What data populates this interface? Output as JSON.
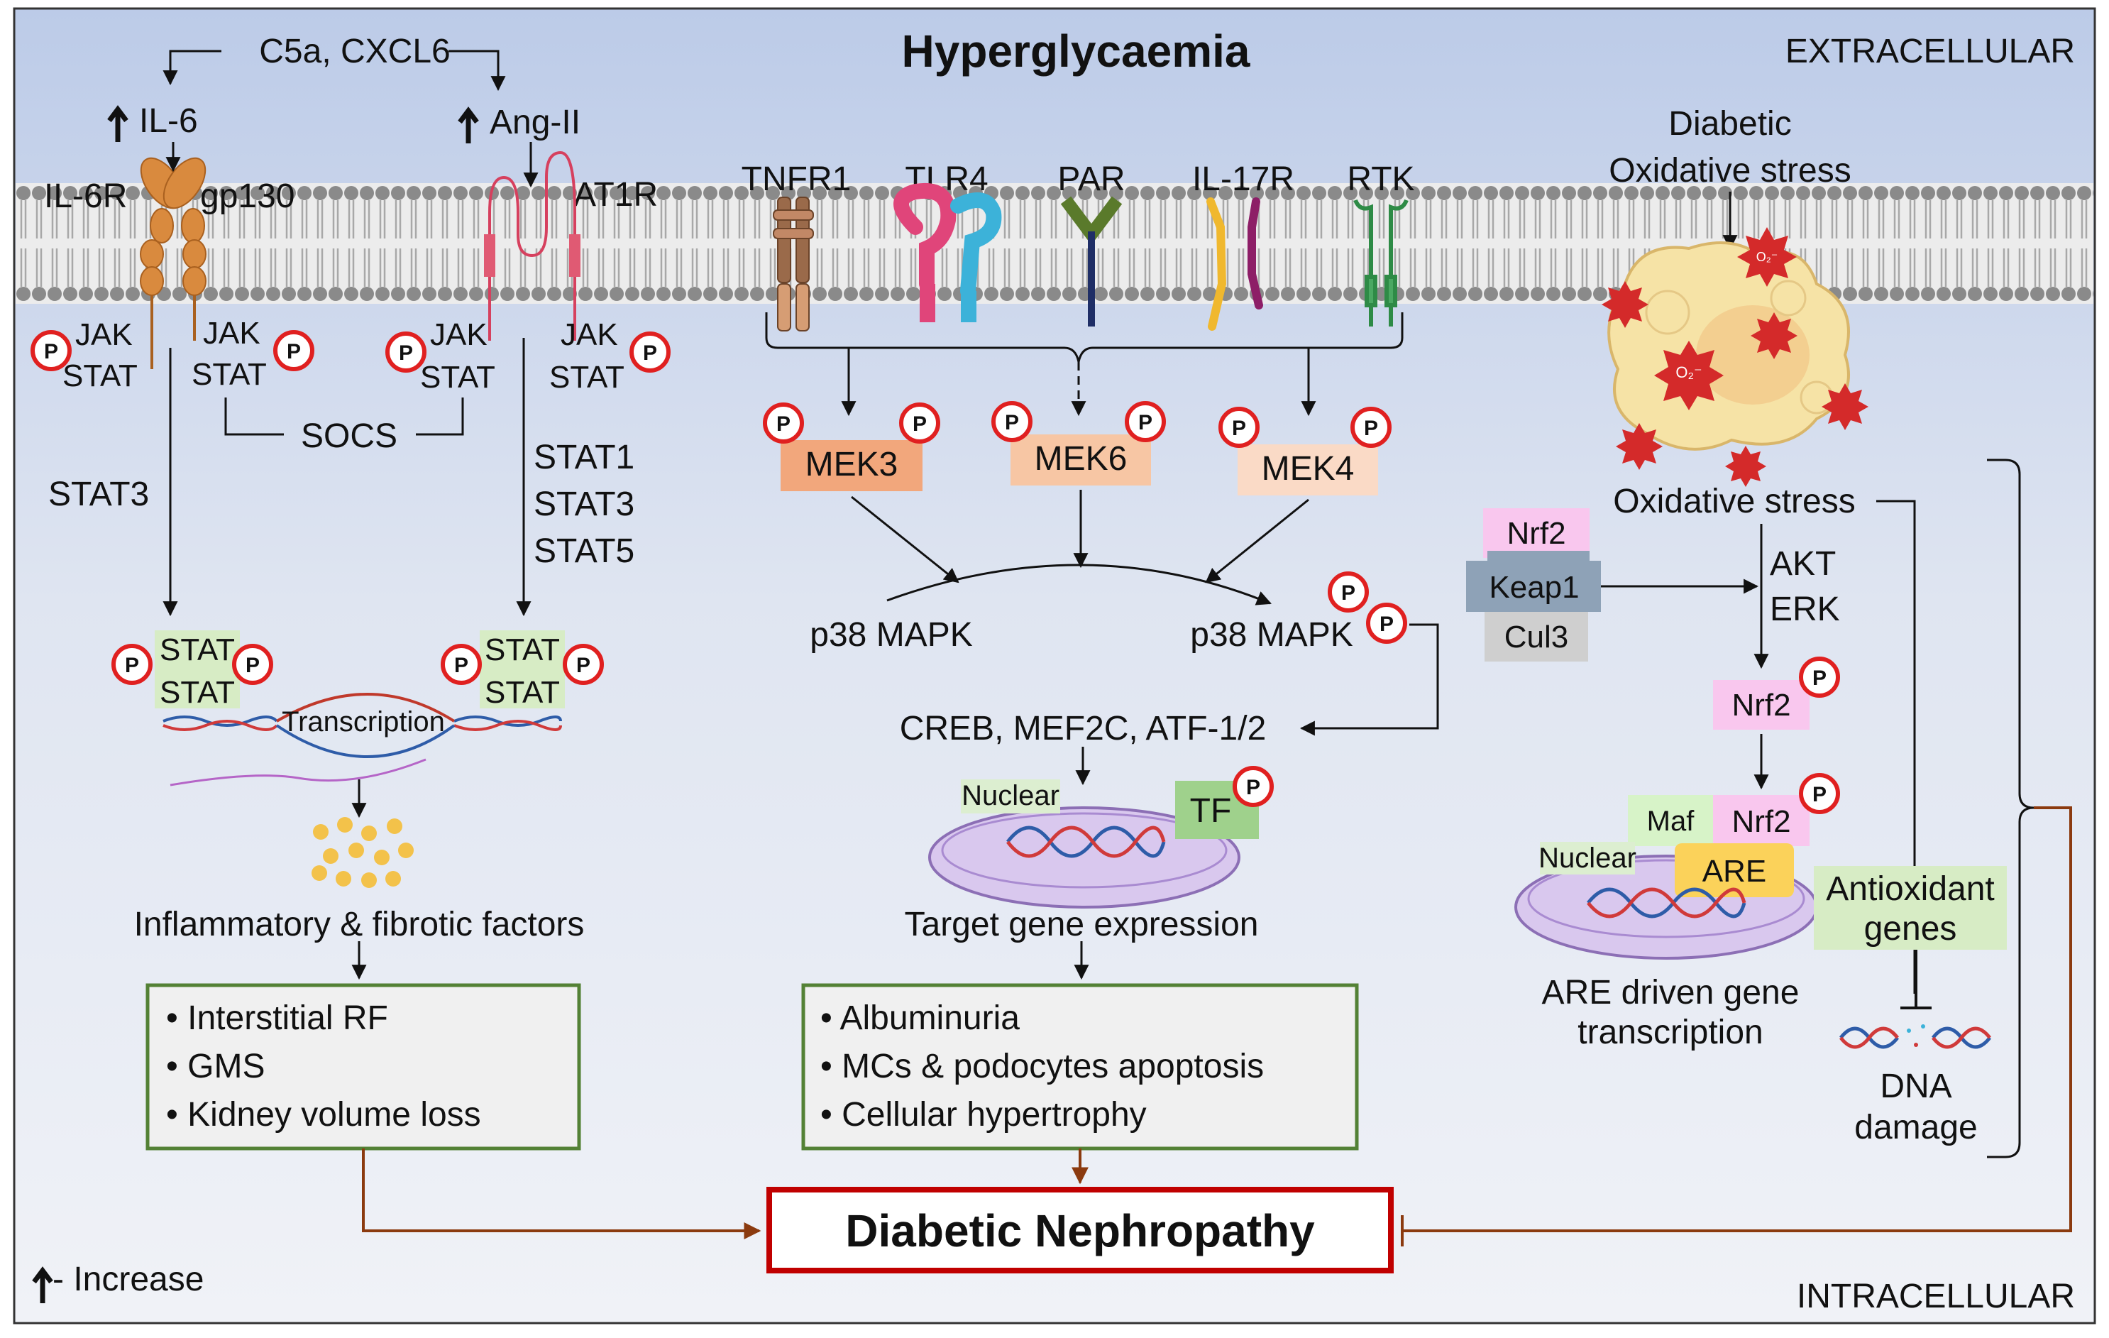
{
  "title": "Hyperglycaemia",
  "region_labels": {
    "extracellular": "EXTRACELLULAR",
    "intracellular": "INTRACELLULAR"
  },
  "legend": {
    "increase": "- Increase"
  },
  "left": {
    "c5a": "C5a, CXCL6",
    "il6": "IL-6",
    "angii": "Ang-II",
    "il6r": "IL-6R",
    "gp130": "gp130",
    "at1r": "AT1R",
    "jak": "JAK",
    "stat": "STAT",
    "socs": "SOCS",
    "stat3": "STAT3",
    "stat1": "STAT1",
    "stat3b": "STAT3",
    "stat5": "STAT5",
    "transcription": "Transcription",
    "factors": "Inflammatory & fibrotic factors",
    "outcomes": [
      "• Interstitial RF",
      "• GMS",
      "• Kidney volume loss"
    ]
  },
  "middle": {
    "receptors": [
      "TNFR1",
      "TLR4",
      "PAR",
      "IL-17R",
      "RTK"
    ],
    "mek3": "MEK3",
    "mek6": "MEK6",
    "mek4": "MEK4",
    "p38a": "p38 MAPK",
    "p38b": "p38 MAPK",
    "tfs": "CREB, MEF2C, ATF-1/2",
    "nuclear": "Nuclear",
    "tf": "TF",
    "target": "Target gene expression",
    "outcomes": [
      "• Albuminuria",
      "• MCs & podocytes apoptosis",
      "• Cellular hypertrophy"
    ]
  },
  "right": {
    "diabetic_line1": "Diabetic",
    "diabetic_line2": "Oxidative stress",
    "oxstress": "Oxidative stress",
    "nrf2": "Nrf2",
    "keap1": "Keap1",
    "cul3": "Cul3",
    "akt": "AKT",
    "erk": "ERK",
    "nrf2b": "Nrf2",
    "maf": "Maf",
    "nrf2c": "Nrf2",
    "are": "ARE",
    "nuclear": "Nuclear",
    "antiox_line1": "Antioxidant",
    "antiox_line2": "genes",
    "are_line1": "ARE driven gene",
    "are_line2": "transcription",
    "dna_line1": "DNA",
    "dna_line2": "damage",
    "o2": "O₂⁻"
  },
  "phospho": "P",
  "outcome": "Diabetic Nephropathy",
  "colors": {
    "bg_top": "#c4d2eb",
    "bg_bottom": "#eff1f6",
    "membrane": "#8f8f8f",
    "mek3": "#f2a77c",
    "mek6": "#f7c6a4",
    "mek4": "#fadac6",
    "stat_box": "#d7ecc5",
    "nrf2": "#f9c7ee",
    "keap1": "#8ea2b7",
    "cul3": "#cfcfcf",
    "are": "#fbd25a",
    "outcome_border": "#c00000",
    "box_border": "#538135",
    "arrow_brown": "#8b3a0f",
    "p_border": "#e02020"
  }
}
